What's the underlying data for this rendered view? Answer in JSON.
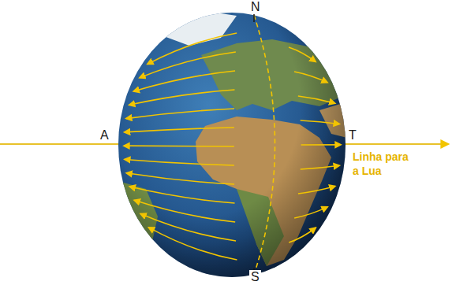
{
  "diagram": {
    "labels": [
      "N",
      "A",
      "T",
      "Linha para a Lua",
      "S"
    ]
  }
}
